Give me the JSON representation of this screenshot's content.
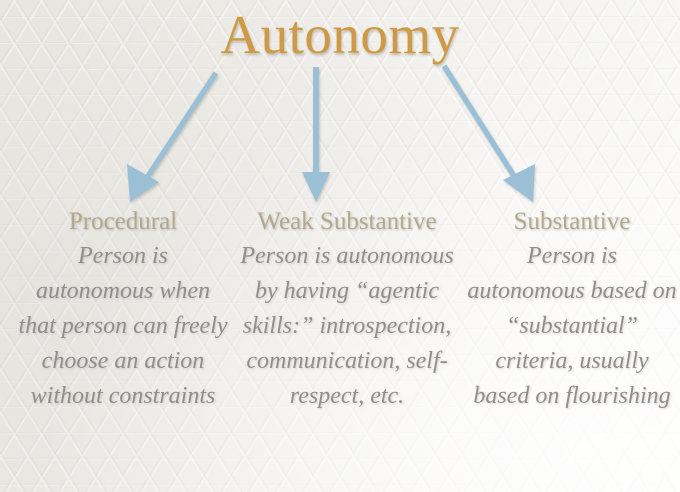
{
  "slide": {
    "title": "Autonomy",
    "title_color": "#cf9a46",
    "heading_color": "#b3a98f",
    "body_color": "#918f8c",
    "arrow_color": "#9bc0d6",
    "background_color": "#eceae5"
  },
  "branches": [
    {
      "id": "procedural",
      "heading": "Procedural",
      "body": "Person is autonomous when that person can freely choose an action without constraints",
      "arrow_name": "arrow-to-procedural"
    },
    {
      "id": "weak-substantive",
      "heading": "Weak Substantive",
      "body": "Person is autonomous by having “agentic skills:” introspection, communication, self-respect, etc.",
      "arrow_name": "arrow-to-weak-substantive"
    },
    {
      "id": "substantive",
      "heading": "Substantive",
      "body": "Person is autonomous based on “substantial” criteria, usually based on flourishing",
      "arrow_name": "arrow-to-substantive"
    }
  ]
}
